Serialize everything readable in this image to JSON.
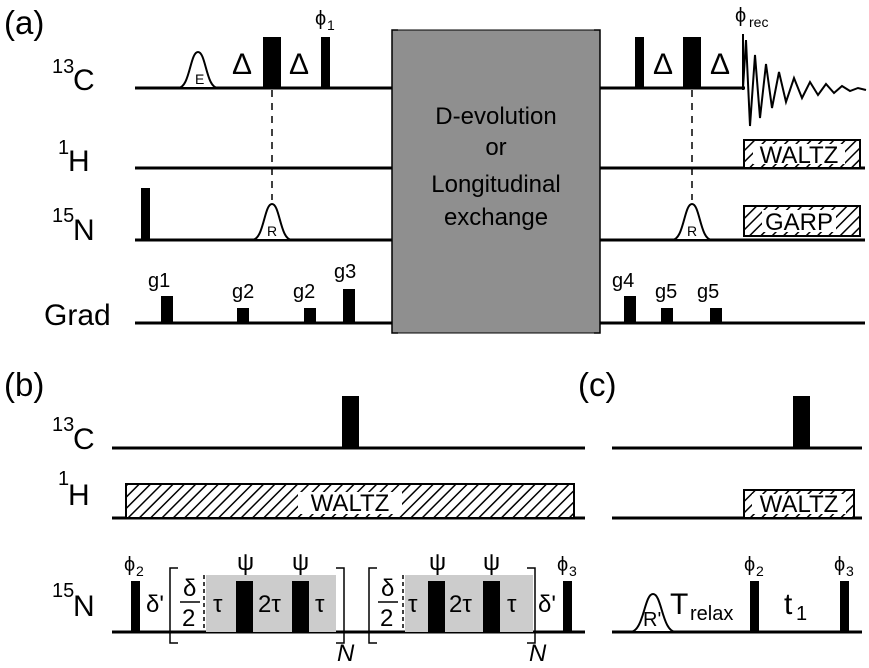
{
  "panels": {
    "a": "(a)",
    "b": "(b)",
    "c": "(c)"
  },
  "channels": {
    "c13_num": "13",
    "c13_el": "C",
    "h1_num": "1",
    "h1_el": "H",
    "n15_num": "15",
    "n15_el": "N",
    "grad": "Grad"
  },
  "labels": {
    "delta": "Δ",
    "phi": "ϕ",
    "sub1": "1",
    "sub2": "2",
    "sub3": "3",
    "sub_rec": "rec",
    "e_pulse": "E",
    "r_pulse": "R",
    "r_prime_pulse": "R'",
    "waltz": "WALTZ",
    "garp": "GARP",
    "center_box": [
      "D-evolution",
      "or",
      "Longitudinal",
      "exchange"
    ],
    "g1": "g1",
    "g2": "g2",
    "g3": "g3",
    "g4": "g4",
    "g5": "g5",
    "delta_prime": "δ'",
    "delta_half_num": "δ",
    "delta_half_den": "2",
    "tau": "τ",
    "two_tau": "2τ",
    "psi": "ψ",
    "N": "N",
    "t_relax_T": "T",
    "t_relax_sub": "relax",
    "t1_t": "t",
    "t1_sub": "1"
  },
  "colors": {
    "pulse": "#000000",
    "center_box": "#8f8f8f",
    "spin_lock": "#cccccc"
  }
}
